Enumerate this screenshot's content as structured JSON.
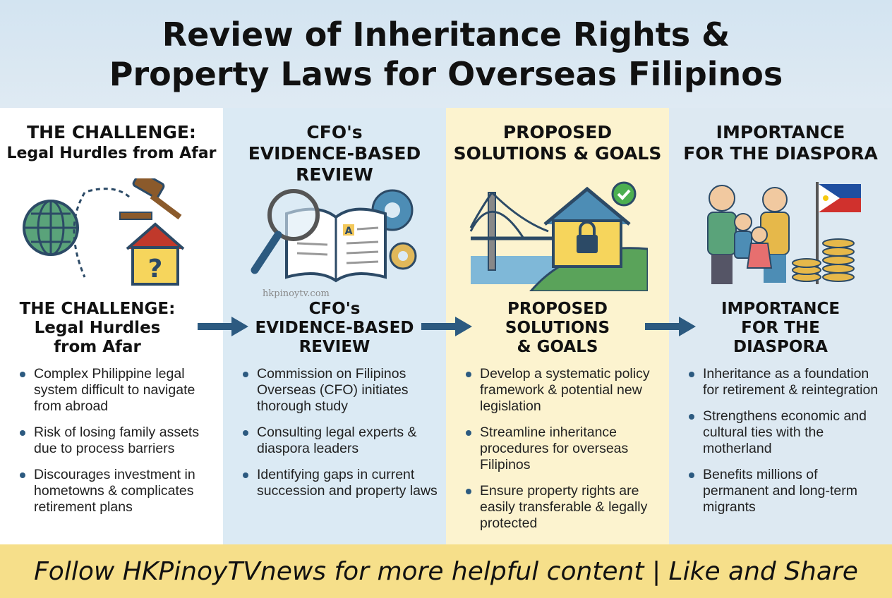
{
  "title": {
    "line1": "Review of Inheritance Rights &",
    "line2": "Property Laws for Overseas Filipinos"
  },
  "columns": [
    {
      "heading1": "THE CHALLENGE:",
      "heading2": "Legal Hurdles from Afar",
      "sub": [
        "THE CHALLENGE:",
        "Legal Hurdles",
        "from Afar"
      ],
      "bullets": [
        "Complex Philippine legal system difficult to navigate from abroad",
        "Risk of losing family assets due to process barriers",
        "Discourages investment in hometowns & complicates retirement plans"
      ]
    },
    {
      "heading1": "CFO's",
      "heading2": "EVIDENCE-BASED",
      "heading3": "REVIEW",
      "sub": [
        "CFO's",
        "EVIDENCE-BASED",
        "REVIEW"
      ],
      "bullets": [
        "Commission on Filipinos Overseas (CFO) initiates thorough study",
        "Consulting legal experts & diaspora leaders",
        "Identifying gaps in current succession and property laws"
      ]
    },
    {
      "heading1": "PROPOSED",
      "heading2": "SOLUTIONS & GOALS",
      "sub": [
        "PROPOSED",
        "SOLUTIONS",
        "& GOALS"
      ],
      "bullets": [
        "Develop a systematic policy framework & potential new legislation",
        "Streamline inheritance procedures for overseas Filipinos",
        "Ensure property rights are easily transferable & legally protected"
      ]
    },
    {
      "heading1": "IMPORTANCE",
      "heading2": "FOR THE DIASPORA",
      "sub": [
        "IMPORTANCE",
        "FOR THE",
        "DIASPORA"
      ],
      "bullets": [
        "Inheritance as a foundation for retirement & reintegration",
        "Strengthens economic and cultural ties with the motherland",
        "Benefits millions of permanent and long-term migrants"
      ]
    }
  ],
  "watermark": "hkpinoytv.com",
  "footer": "Follow HKPinoyTVnews for more helpful content | Like and Share",
  "colors": {
    "accent": "#2c5a80",
    "yellow": "#f6df8a",
    "blue": "#dbeaf4"
  }
}
